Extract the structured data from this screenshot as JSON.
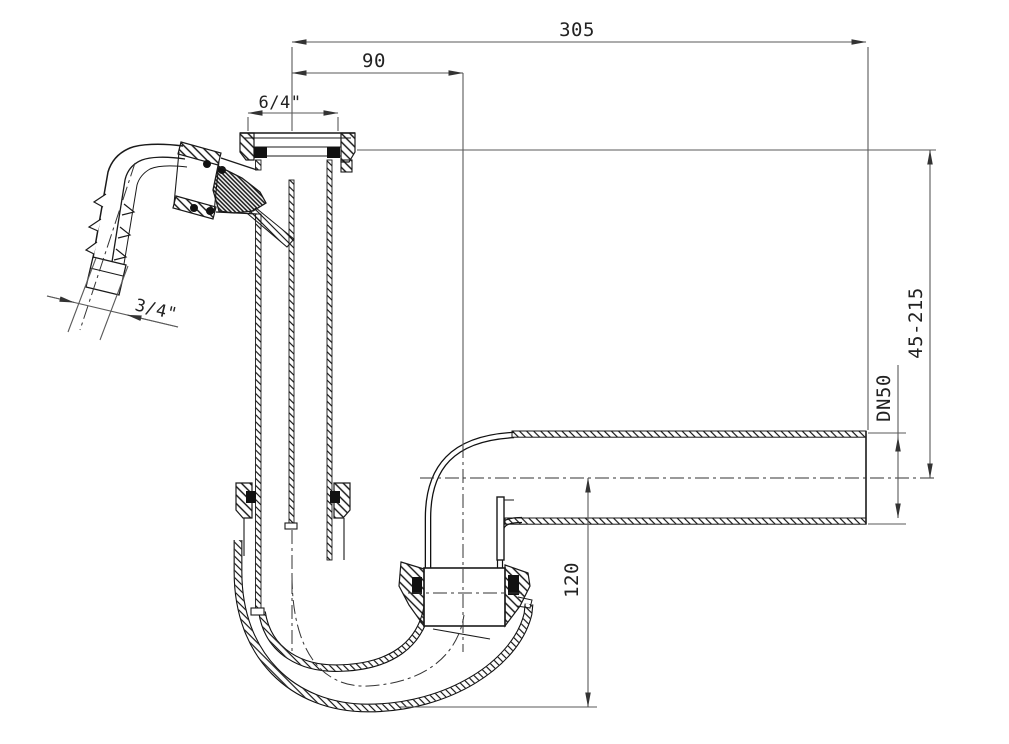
{
  "drawing": {
    "type": "technical-section-drawing",
    "subject": "pipe trap (siphon) with angled hose connector, U-bend and horizontal wall outlet",
    "background": "#ffffff",
    "part_line_color": "#1a1a1a",
    "dimension_line_color": "#5a5a5a",
    "dimensions": {
      "overall_width": "305",
      "inlet_to_elbow_axis": "90",
      "inlet_nut_size": "6/4\"",
      "hose_connector_size": "3/4\"",
      "adjustable_height_range": "45-215",
      "outlet_nominal_diameter": "DN50",
      "trap_depth_below_outlet": "120"
    }
  }
}
